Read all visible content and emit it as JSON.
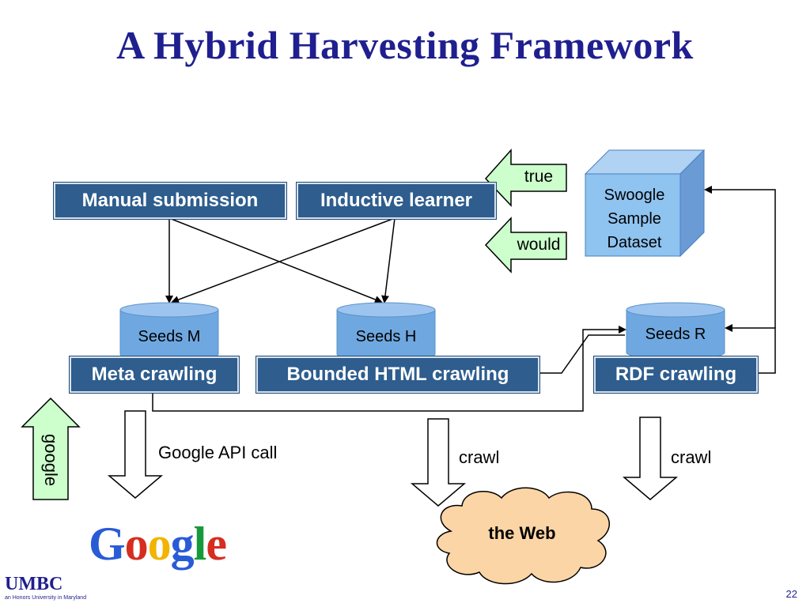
{
  "slide": {
    "title": "A Hybrid Harvesting Framework",
    "page_number": "22"
  },
  "boxes": {
    "manual_submission": "Manual  submission",
    "inductive_learner": "Inductive learner",
    "meta_crawling": "Meta crawling",
    "bounded_html_crawling": "Bounded HTML crawling",
    "rdf_crawling": "RDF crawling"
  },
  "cylinders": {
    "seeds_m": "Seeds M",
    "seeds_h": "Seeds H",
    "seeds_r": "Seeds R"
  },
  "dataset": {
    "line1": "Swoogle",
    "line2": "Sample",
    "line3": "Dataset"
  },
  "feedback_arrows": {
    "true": "true",
    "would": "would",
    "google": "google"
  },
  "labels": {
    "google_api_call": "Google API call",
    "crawl_left": "crawl",
    "crawl_right": "crawl",
    "the_web": "the Web"
  },
  "branding": {
    "logo_text": "Google",
    "umbc": "UMBC",
    "umbc_tagline": "an Honors University in Maryland"
  },
  "colors": {
    "title": "#1f1f8f",
    "box_fill": "#2e5d8e",
    "cylinder_fill": "#6fa8e0",
    "feedback_arrow_fill": "#ccffcc",
    "cloud_fill": "#fbd5a5",
    "cube_front": "#8fc3f0",
    "cube_side": "#6a9bd4"
  }
}
